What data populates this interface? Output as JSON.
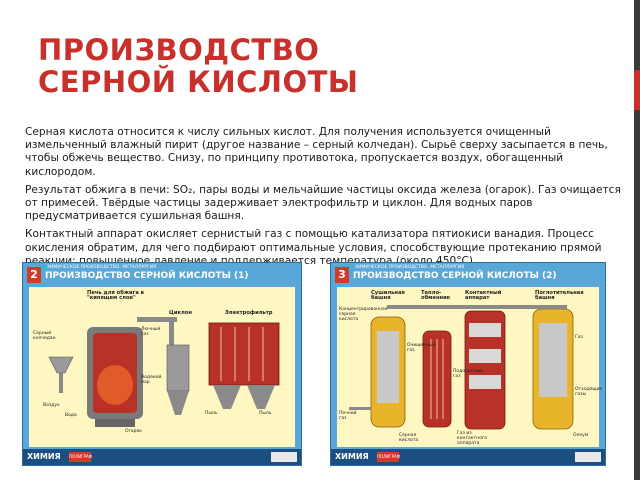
{
  "slide": {
    "title_lines": [
      "ПРОИЗВОДСТВО",
      "СЕРНОЙ КИСЛОТЫ"
    ],
    "paragraphs": [
      "Серная кислота относится к числу сильных кислот. Для получения используется очищенный измельченный влажный пирит (другое название – серный колчедан). Сырьё сверху засыпается в печь, чтобы обжечь вещество. Снизу, по принципу противотока, пропускается воздух, обогащенный кислородом.",
      "Результат обжига в печи: SO₂, пары воды и мельчайшие частицы оксида железа (огарок). Газ очищается от примесей. Твёрдые частицы задерживает электрофильтр и циклон. Для водных паров предусматривается сушильная башня.",
      "Контактный аппарат окисляет сернистый газ с помощью катализатора пятиокиси ванадия. Процесс окисления обратим, для чего подбирают оптимальные условия, способствующие протеканию прямой реакции: повышенное давление и поддерживается температура (около 450°С)."
    ]
  },
  "poster1": {
    "number": "2",
    "header_small": "ХИМИЧЕСКОЕ ПРОИЗВОДСТВО. МЕТАЛЛУРГИЯ",
    "header": "ПРОИЗВОДСТВО СЕРНОЙ КИСЛОТЫ (1)",
    "labels": {
      "furnace": "Печь для обжига в \"кипящем слое\"",
      "pyrite": "Серный колчедан",
      "hatch": "Лючный газ",
      "cyclone": "Циклон",
      "electrofilter": "Электрофильтр",
      "water": "Водяной пар",
      "air": "Воздух",
      "water2": "Вода",
      "ash": "Огарок",
      "dust": "Пыль",
      "dust2": "Пыль"
    },
    "footer_brand": "ХИМИЯ",
    "footer_brand2": "ПОЛИГРАФ"
  },
  "poster2": {
    "number": "3",
    "header_small": "ХИМИЧЕСКОЕ ПРОИЗВОДСТВО. МЕТАЛЛУРГИЯ",
    "header": "ПРОИЗВОДСТВО СЕРНОЙ КИСЛОТЫ (2)",
    "labels": {
      "dry_tower": "Сушильная башня",
      "heat_exchanger": "Тепло-обменник",
      "contact": "Контактный аппарат",
      "absorption": "Поглотительная башня",
      "conc_acid": "Концентрированная серная кислота",
      "cleaned_gas": "Очищенный газ",
      "gas": "Газ",
      "preheated_gas": "Подогретый газ",
      "roast_gas": "Печной газ",
      "acid": "Серная кислота",
      "gas_from_contact": "Газ из контактного аппарата",
      "oleum": "Олеум",
      "tail_gas": "Отходящие газы"
    },
    "footer_brand": "ХИМИЯ",
    "footer_brand2": "ПОЛИГРАФ"
  },
  "colors": {
    "title": "#c8302b",
    "poster_bg": "#5aa7d9",
    "panel": "#fff7c2",
    "equipment_red": "#b8322a",
    "equipment_gray": "#9a9a9a",
    "equipment_yellow": "#e7b42a"
  }
}
